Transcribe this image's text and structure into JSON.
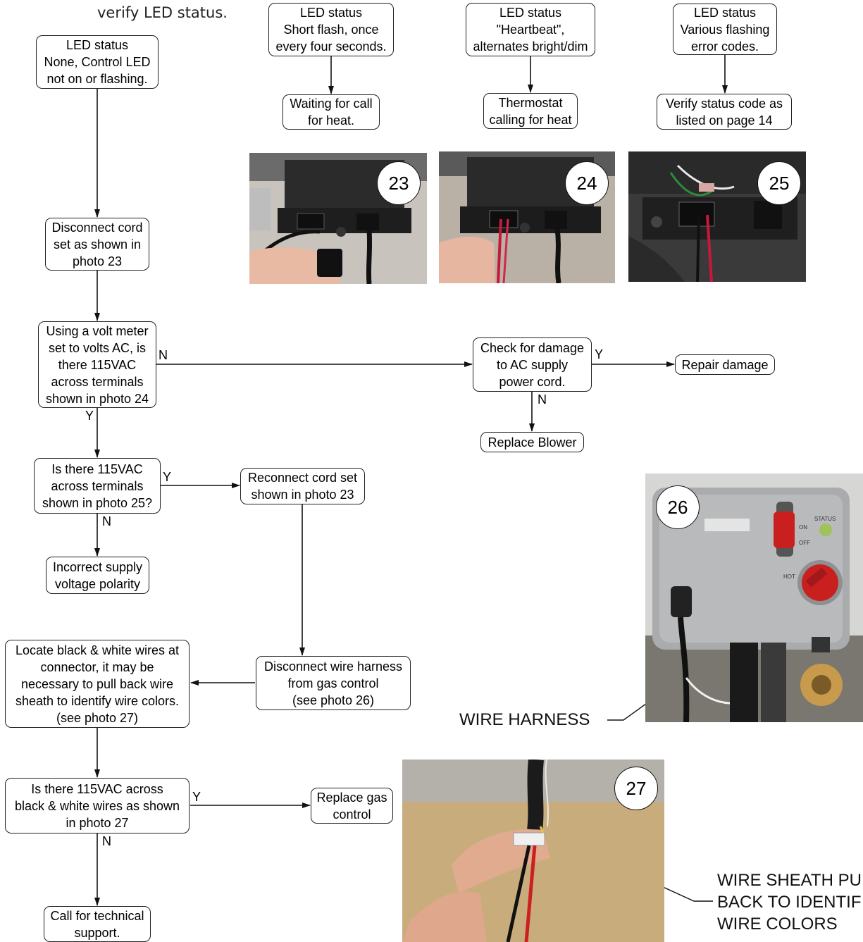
{
  "intro": "verify LED status.",
  "boxes": {
    "led_none": "LED status\nNone, Control LED\nnot on or flashing.",
    "led_short": "LED status\nShort flash, once\nevery four seconds.",
    "led_heartbeat": "LED status\n\"Heartbeat\",\nalternates bright/dim",
    "led_various": "LED status\nVarious flashing\nerror codes.",
    "waiting": "Waiting for call\nfor heat.",
    "thermostat": "Thermostat\ncalling for heat",
    "verify_code": "Verify status code as\nlisted on page 14",
    "disconnect_cord": "Disconnect cord\nset as shown in\nphoto 23",
    "volt_meter": "Using a volt meter\nset to volts AC, is\nthere 115VAC\nacross terminals\nshown in photo 24",
    "check_damage": "Check for damage\nto AC supply\npower cord.",
    "repair": "Repair damage",
    "replace_blower": "Replace Blower",
    "is_115_25": "Is there 115VAC\nacross terminals\nshown in photo 25?",
    "reconnect": "Reconnect cord set\nshown in photo 23",
    "incorrect": "Incorrect supply\nvoltage polarity",
    "locate_wires": "Locate black & white wires at\nconnector, it may be\nnecessary to pull back wire\nsheath to identify wire colors.\n(see photo 27)",
    "disconnect_harness": "Disconnect wire harness\nfrom gas control\n(see photo 26)",
    "is_115_bw": "Is there 115VAC across\nblack & white wires as shown\nin photo 27",
    "replace_gas": "Replace gas\ncontrol",
    "call_support": "Call for technical\nsupport."
  },
  "branch_labels": {
    "volt_no": "N",
    "volt_yes": "Y",
    "damage_yes": "Y",
    "damage_no": "N",
    "p25_yes": "Y",
    "p25_no": "N",
    "bw_yes": "Y",
    "bw_no": "N"
  },
  "photos": {
    "p23": "23",
    "p24": "24",
    "p25": "25",
    "p26": "26",
    "p27": "27"
  },
  "callouts": {
    "wire_harness": "WIRE HARNESS",
    "wire_sheath": "WIRE SHEATH PU\nBACK TO IDENTIF\nWIRE COLORS"
  },
  "photo26_labels": {
    "status": "STATUS",
    "on": "ON",
    "off": "OFF",
    "hot": "HOT"
  }
}
